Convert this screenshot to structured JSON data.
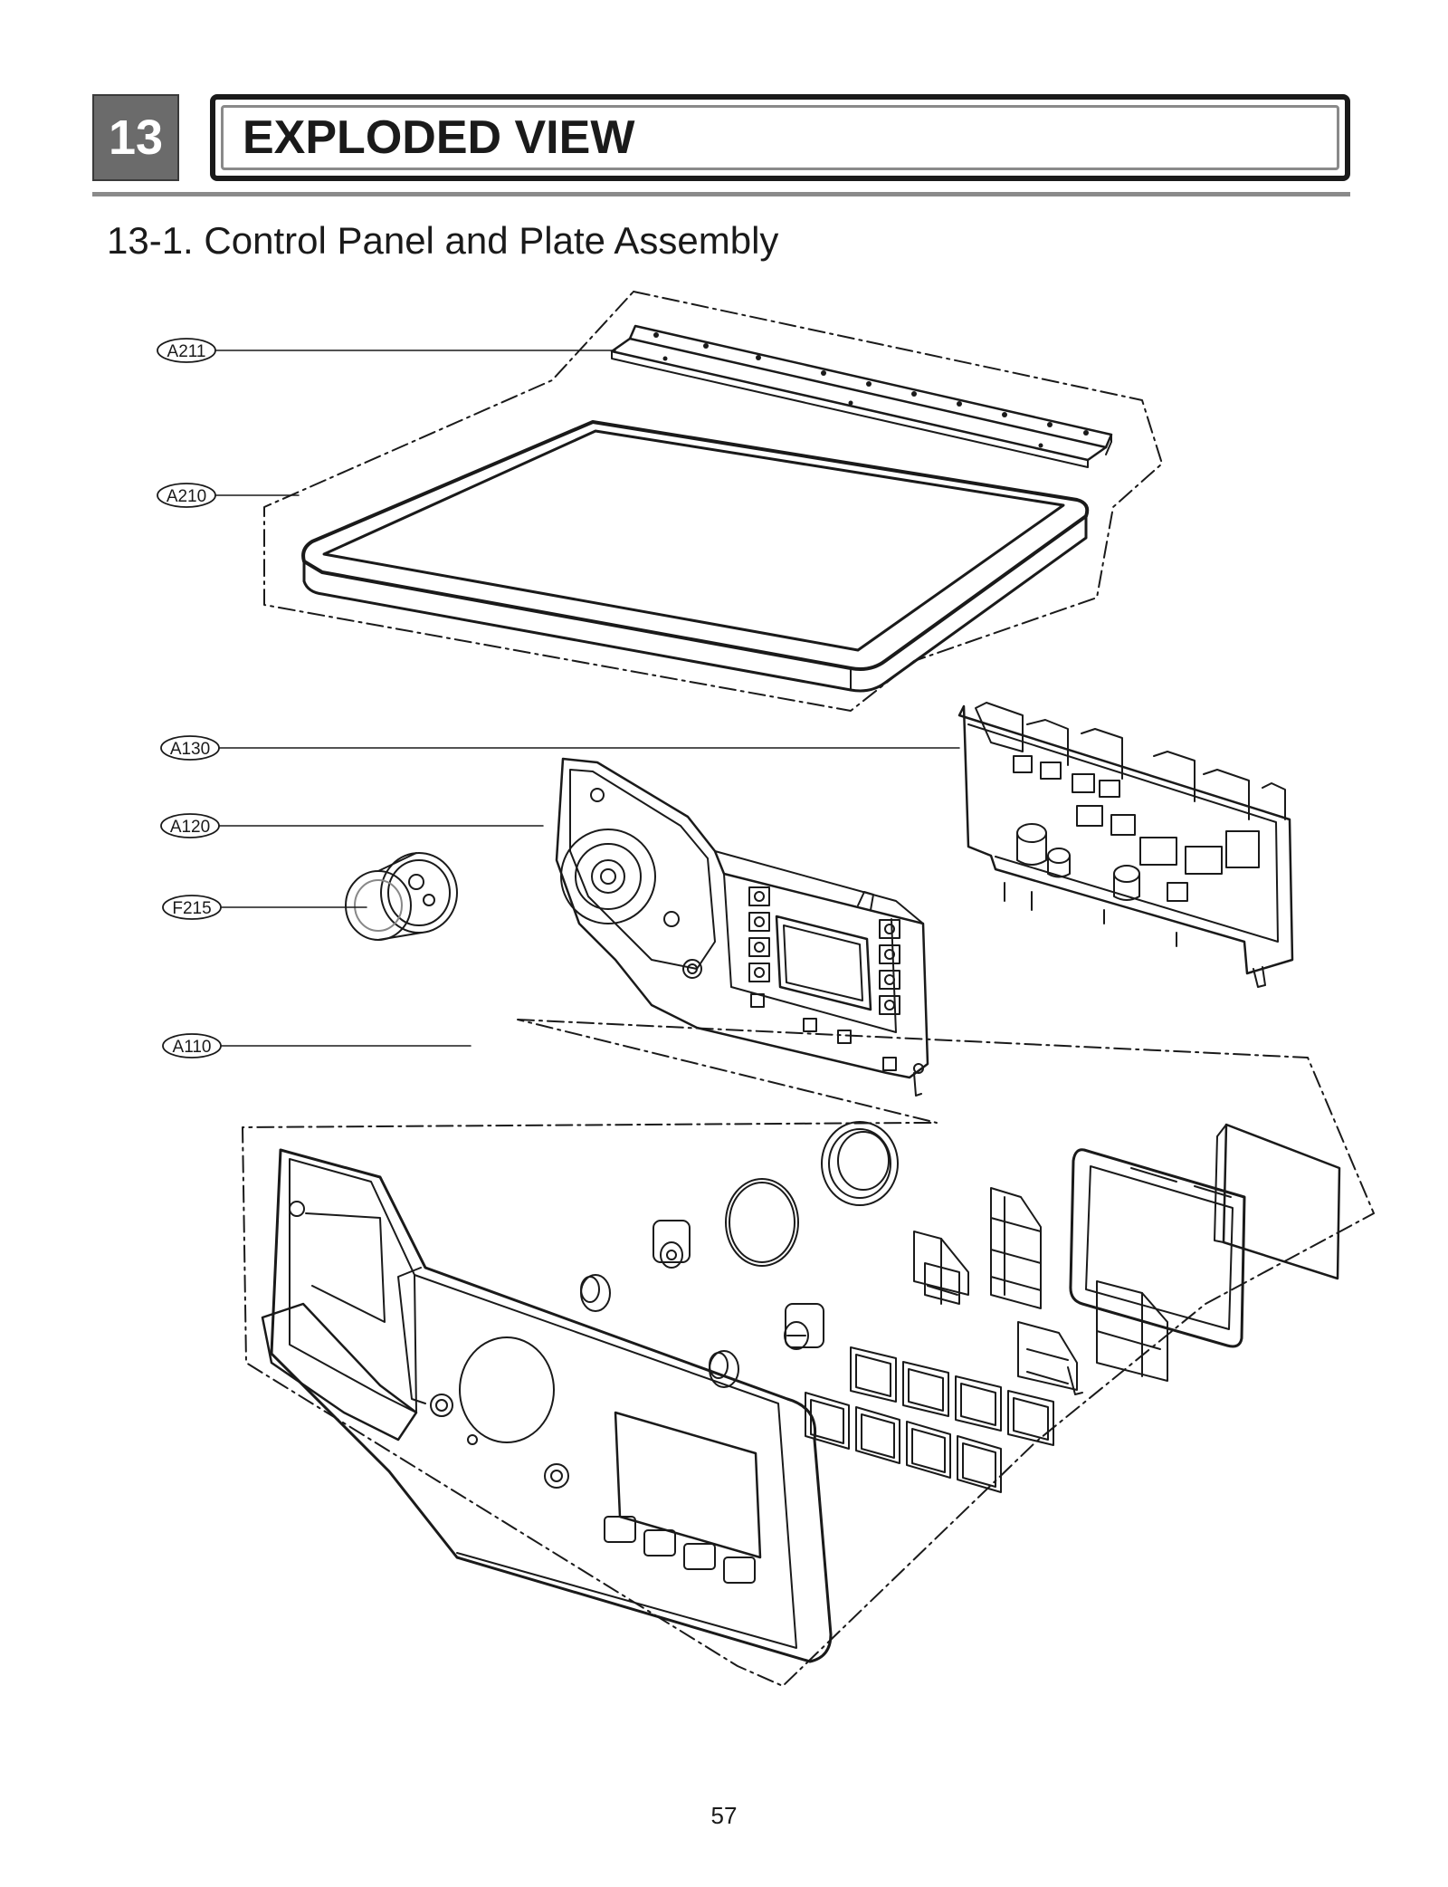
{
  "header": {
    "chapter_number": "13",
    "title": "EXPLODED VIEW"
  },
  "subtitle": "13-1. Control Panel and Plate Assembly",
  "callouts": [
    {
      "id": "A211",
      "label": "A211"
    },
    {
      "id": "A210",
      "label": "A210"
    },
    {
      "id": "A130",
      "label": "A130"
    },
    {
      "id": "A120",
      "label": "A120"
    },
    {
      "id": "F215",
      "label": "F215"
    },
    {
      "id": "A110",
      "label": "A110"
    }
  ],
  "page_number": "57"
}
